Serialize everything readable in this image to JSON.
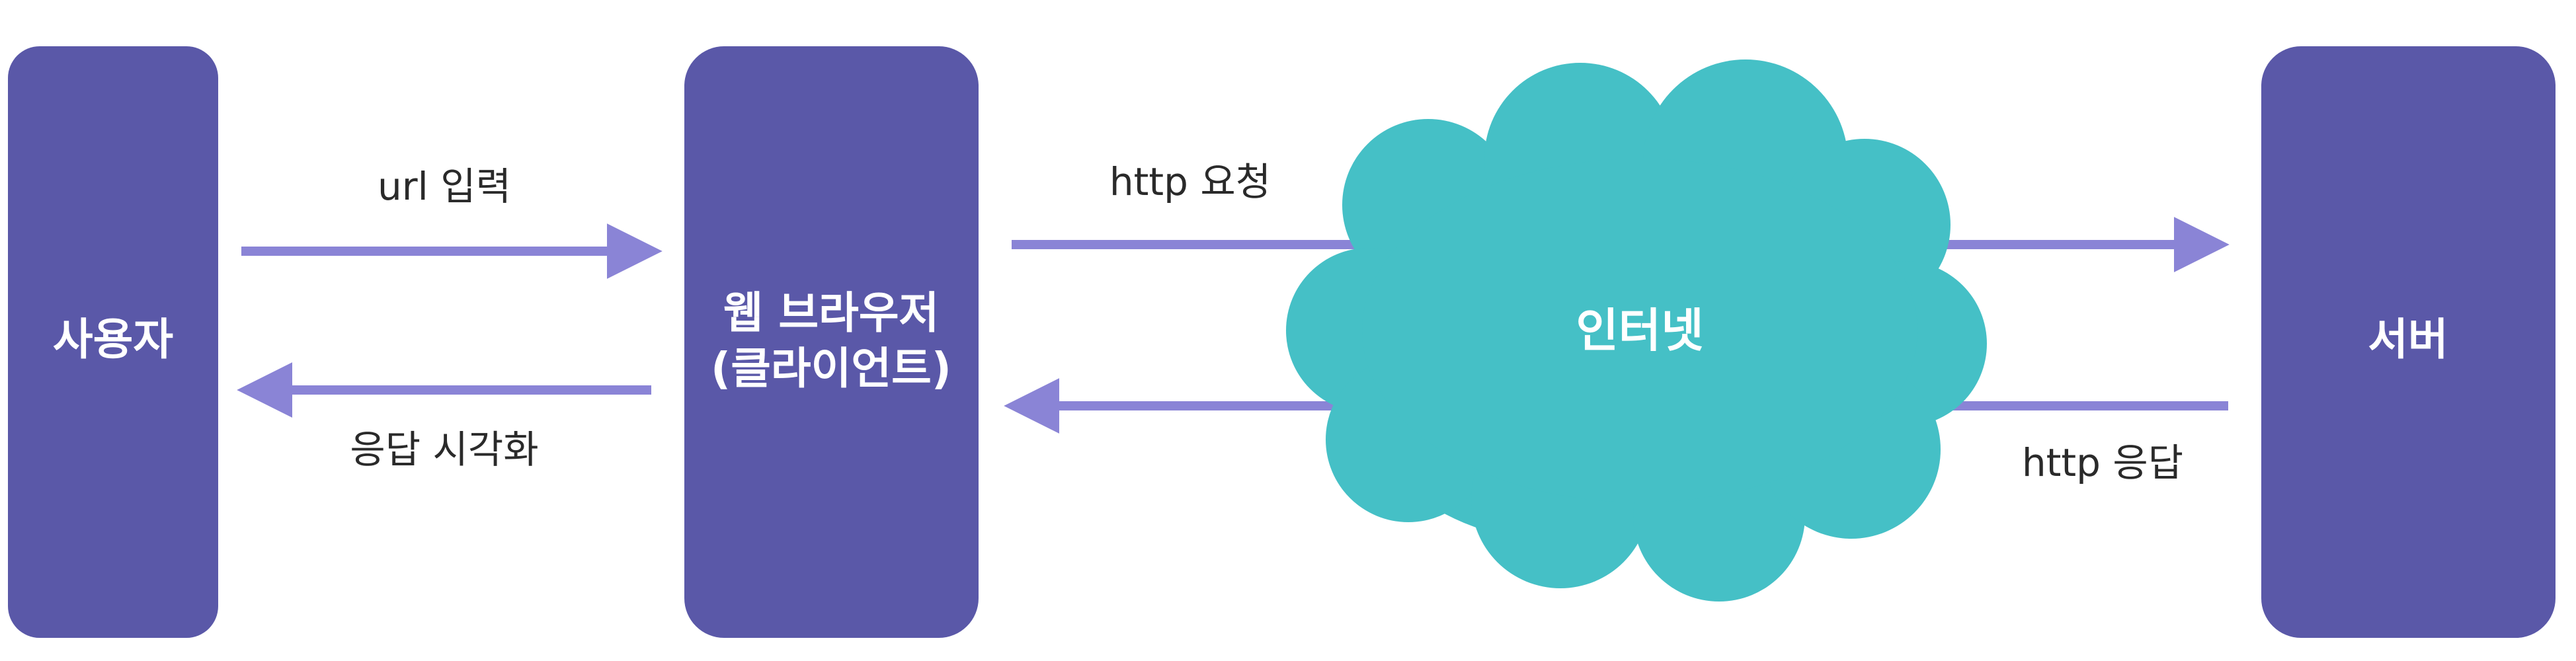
{
  "colors": {
    "node_fill": "#5a58a8",
    "cloud_fill": "#45c0c6",
    "arrow": "#8a84d6",
    "text_dark": "#2a2a2a",
    "text_light": "#ffffff",
    "background": "#ffffff"
  },
  "nodes": {
    "user": {
      "label": "사용자"
    },
    "browser": {
      "line1": "웹 브라우저",
      "line2": "(클라이언트)"
    },
    "internet": {
      "label": "인터넷"
    },
    "server": {
      "label": "서버"
    }
  },
  "edges": {
    "url_input": {
      "label": "url 입력"
    },
    "render_response": {
      "label": "응답 시각화"
    },
    "http_request": {
      "label": "http 요청"
    },
    "http_response": {
      "label": "http 응답"
    }
  }
}
